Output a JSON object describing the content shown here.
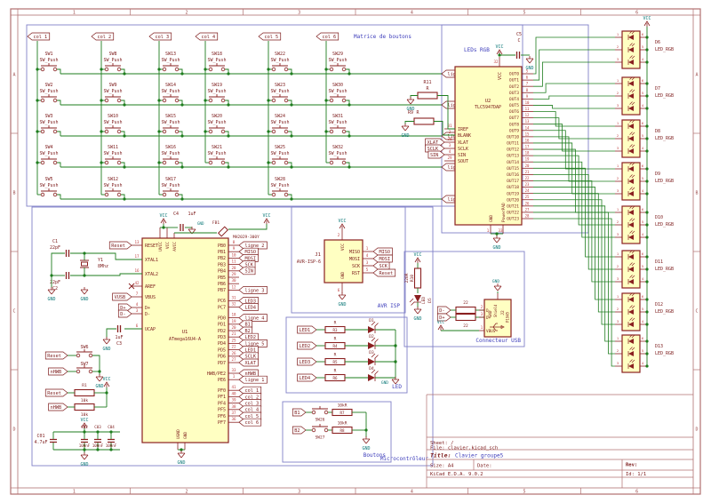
{
  "app": {
    "name": "KiCad Schematic Editor"
  },
  "frame": {
    "cols": [
      "1",
      "2",
      "3",
      "4",
      "5",
      "6"
    ],
    "rows": [
      "A",
      "B",
      "C",
      "D"
    ]
  },
  "title_block": {
    "sheet": "Sheet: /",
    "file": "File: clavier.kicad_sch",
    "title_label": "Title:",
    "title": "Clavier groupe5",
    "size": "Size: A4",
    "date": "Date:",
    "rev": "Rev:",
    "app_version": "KiCad E.D.A. 9.0.2",
    "id": "Id: 1/1"
  },
  "power": {
    "vcc": "VCC",
    "gnd": "GND"
  },
  "sections": {
    "matrix": "Matrice de boutons",
    "mcu": "Microcontrôleur",
    "isp": "AVR ISP",
    "led": "LED",
    "buttons": "Boutons",
    "usb": "Connecteur USB",
    "rgb": "LEDs RGB"
  },
  "matrix": {
    "switch_value": "SW_Push",
    "columns": [
      {
        "label": "col 1",
        "switches": [
          "SW1",
          "SW2",
          "SW3",
          "SW4",
          "SW5"
        ]
      },
      {
        "label": "col 2",
        "switches": [
          "SW8",
          "SW9",
          "SW10",
          "SW11",
          "SW12"
        ]
      },
      {
        "label": "col 3",
        "switches": [
          "SW13",
          "SW14",
          "SW15",
          "SW16",
          "SW17"
        ]
      },
      {
        "label": "col 4",
        "switches": [
          "SW18",
          "SW19",
          "SW20",
          "SW21"
        ]
      },
      {
        "label": "col 5",
        "switches": [
          "SW22",
          "SW23",
          "SW24",
          "SW25",
          "SW28"
        ]
      },
      {
        "label": "col 6",
        "switches": [
          "SW29",
          "SW30",
          "SW31",
          "SW32"
        ]
      }
    ],
    "lines": [
      "ligne 1",
      "ligne 2",
      "ligne 3",
      "ligne 4",
      "ligne 5"
    ]
  },
  "mcu": {
    "ref": "U1",
    "value": "ATmega16U4-A",
    "top_pins": [
      "UVCC",
      "VCC",
      "AVCC"
    ],
    "bottom_pins": [
      "UGND",
      "GND"
    ],
    "left_pins": [
      {
        "num": "13",
        "name": "RESET"
      },
      {
        "num": "17",
        "name": "XTAL1"
      },
      {
        "num": "16",
        "name": "XTAL2"
      },
      {
        "num": "42",
        "name": "AREF"
      },
      {
        "num": "7",
        "name": "VBUS"
      },
      {
        "num": "4",
        "name": "D+"
      },
      {
        "num": "3",
        "name": "D-"
      },
      {
        "num": "6",
        "name": "UCAP"
      }
    ],
    "right_pins": [
      {
        "num": "8",
        "name": "PB0",
        "label": "ligne 2"
      },
      {
        "num": "9",
        "name": "PB1",
        "label": "MISO"
      },
      {
        "num": "10",
        "name": "PB2",
        "label": "MOSI"
      },
      {
        "num": "11",
        "name": "PB3",
        "label": "SCK"
      },
      {
        "num": "28",
        "name": "PB4",
        "label": "SIN"
      },
      {
        "num": "29",
        "name": "PB5",
        "label": ""
      },
      {
        "num": "30",
        "name": "PB6",
        "label": ""
      },
      {
        "num": "12",
        "name": "PB7",
        "label": "ligne 3"
      },
      {
        "num": "31",
        "name": "PC6",
        "label": "LED3"
      },
      {
        "num": "32",
        "name": "PC7",
        "label": "LED4"
      },
      {
        "num": "18",
        "name": "PD0",
        "label": "ligne 4"
      },
      {
        "num": "19",
        "name": "PD1",
        "label": "B1"
      },
      {
        "num": "20",
        "name": "PD2",
        "label": "B2"
      },
      {
        "num": "21",
        "name": "PD3",
        "label": "LED2"
      },
      {
        "num": "25",
        "name": "PD4",
        "label": "ligne 5"
      },
      {
        "num": "22",
        "name": "PD5",
        "label": "LED1"
      },
      {
        "num": "26",
        "name": "PD6",
        "label": "SCLK"
      },
      {
        "num": "27",
        "name": "PD7",
        "label": "XLAT"
      },
      {
        "num": "33",
        "name": "HWB/PE2",
        "label": "nHWB"
      },
      {
        "num": "1",
        "name": "PE6",
        "label": "ligne 1"
      },
      {
        "num": "41",
        "name": "PF0",
        "label": "col 1"
      },
      {
        "num": "40",
        "name": "PF1",
        "label": "col 2"
      },
      {
        "num": "39",
        "name": "PF4",
        "label": "col 3"
      },
      {
        "num": "38",
        "name": "PF5",
        "label": "col 4"
      },
      {
        "num": "37",
        "name": "PF6",
        "label": "col 5"
      },
      {
        "num": "36",
        "name": "PF7",
        "label": "col 6"
      }
    ],
    "c1": {
      "ref": "C1",
      "value": "22pF"
    },
    "c2": {
      "ref": "C2",
      "value": "22pF"
    },
    "y1": {
      "ref": "Y1",
      "value": "8Mhz"
    },
    "c3": {
      "ref": "C3",
      "value": "1uF"
    },
    "c4": {
      "ref": "C4",
      "value": "1uF"
    },
    "fb1": {
      "ref": "FB1",
      "value": "MH2029-300Y"
    },
    "sw6": "SW6",
    "sw7": "SW7",
    "r1": {
      "ref": "R1",
      "value": "10k"
    },
    "r2": {
      "ref": "R2",
      "value": "10k"
    },
    "c01": {
      "ref": "C01",
      "value": "4.7uF"
    },
    "c02": {
      "ref": "C02",
      "value": "100nF"
    },
    "c03": {
      "ref": "C03",
      "value": "100nF"
    },
    "c04": {
      "ref": "C04",
      "value": "100nF"
    },
    "labels": {
      "reset": "Reset",
      "vusb": "VUSB",
      "dp": "D+",
      "dm": "D-",
      "nhwb": "nHWB"
    }
  },
  "driver": {
    "ref": "U2",
    "value": "TLC5947DAP",
    "c5": {
      "ref": "C5",
      "value": "C"
    },
    "r11": {
      "ref": "R11",
      "value": "R"
    },
    "r9": {
      "ref": "R9",
      "value": "R"
    },
    "top_pin": {
      "num": "32",
      "name": "VCC"
    },
    "bottom_pins": [
      {
        "num": "1",
        "name": "GND"
      },
      {
        "num": "33",
        "name": "PowerPAD"
      }
    ],
    "left_pins": [
      {
        "num": "31",
        "name": "IREF",
        "label": ""
      },
      {
        "num": "2",
        "name": "BLANK",
        "label": ""
      },
      {
        "num": "30",
        "name": "XLAT",
        "label": "XLAT"
      },
      {
        "num": "3",
        "name": "SCLK",
        "label": "SCLK"
      },
      {
        "num": "4",
        "name": "SIN",
        "label": "SIN"
      },
      {
        "num": "29",
        "name": "SOUT",
        "label": ""
      }
    ],
    "out_pins": [
      {
        "num": "5",
        "name": "OUT0"
      },
      {
        "num": "6",
        "name": "OUT1"
      },
      {
        "num": "7",
        "name": "OUT2"
      },
      {
        "num": "8",
        "name": "OUT3"
      },
      {
        "num": "9",
        "name": "OUT4"
      },
      {
        "num": "10",
        "name": "OUT5"
      },
      {
        "num": "11",
        "name": "OUT6"
      },
      {
        "num": "12",
        "name": "OUT7"
      },
      {
        "num": "13",
        "name": "OUT8"
      },
      {
        "num": "14",
        "name": "OUT9"
      },
      {
        "num": "15",
        "name": "OUT10"
      },
      {
        "num": "16",
        "name": "OUT11"
      },
      {
        "num": "17",
        "name": "OUT12"
      },
      {
        "num": "18",
        "name": "OUT13"
      },
      {
        "num": "19",
        "name": "OUT14"
      },
      {
        "num": "20",
        "name": "OUT15"
      },
      {
        "num": "21",
        "name": "OUT16"
      },
      {
        "num": "22",
        "name": "OUT17"
      },
      {
        "num": "23",
        "name": "OUT18"
      },
      {
        "num": "24",
        "name": "OUT19"
      },
      {
        "num": "25",
        "name": "OUT20"
      },
      {
        "num": "26",
        "name": "OUT21"
      },
      {
        "num": "27",
        "name": "OUT22"
      },
      {
        "num": "28",
        "name": "OUT23"
      }
    ]
  },
  "rgb_leds": {
    "value": "LED_RGB",
    "refs": [
      "D6",
      "D7",
      "D8",
      "D9",
      "D10",
      "D11",
      "D12",
      "D13"
    ],
    "left_pin_nums": [
      "1",
      "2",
      "3"
    ],
    "right_pin_nums": [
      "6",
      "5",
      "4"
    ]
  },
  "isp": {
    "ref": "J1",
    "value": "AVR-ISP-6",
    "vcc_pin": "2",
    "gnd_pin": "6",
    "pins": [
      {
        "num": "1",
        "name": "MISO",
        "label": "MISO"
      },
      {
        "num": "4",
        "name": "MOSI",
        "label": "MOSI"
      },
      {
        "num": "3",
        "name": "SCK",
        "label": "SCK"
      },
      {
        "num": "5",
        "name": "RST",
        "label": "Reset"
      }
    ]
  },
  "led_rows": [
    {
      "label": "LED1",
      "res_ref": "R3",
      "res_value": "R",
      "diode": "D1"
    },
    {
      "label": "LED2",
      "res_ref": "R4",
      "res_value": "R",
      "diode": "D2"
    },
    {
      "label": "LED3",
      "res_ref": "R5",
      "res_value": "R",
      "diode": "D3"
    },
    {
      "label": "LED4",
      "res_ref": "R6",
      "res_value": "R",
      "diode": "D4"
    }
  ],
  "buttons": [
    {
      "label": "B1",
      "sw": "SW26",
      "res_ref": "R7",
      "res_value": "10kR"
    },
    {
      "label": "B2",
      "sw": "SW27",
      "res_ref": "R8",
      "res_value": "10kR"
    }
  ],
  "usb": {
    "r10": {
      "ref": "R10",
      "value": "220R"
    },
    "d5": {
      "ref": "D5",
      "value": "LED"
    },
    "j2": {
      "ref": "J2",
      "value": "P1945"
    },
    "series_value": "22",
    "labels": {
      "dm": "D-",
      "dp": "D+"
    },
    "pins": {
      "dm": {
        "num": "2",
        "name": "D-"
      },
      "dp": {
        "num": "3",
        "name": "D+"
      },
      "vbus": {
        "num": "1",
        "name": "VBUS"
      },
      "gnd": "GND",
      "shield": "Shield"
    }
  }
}
